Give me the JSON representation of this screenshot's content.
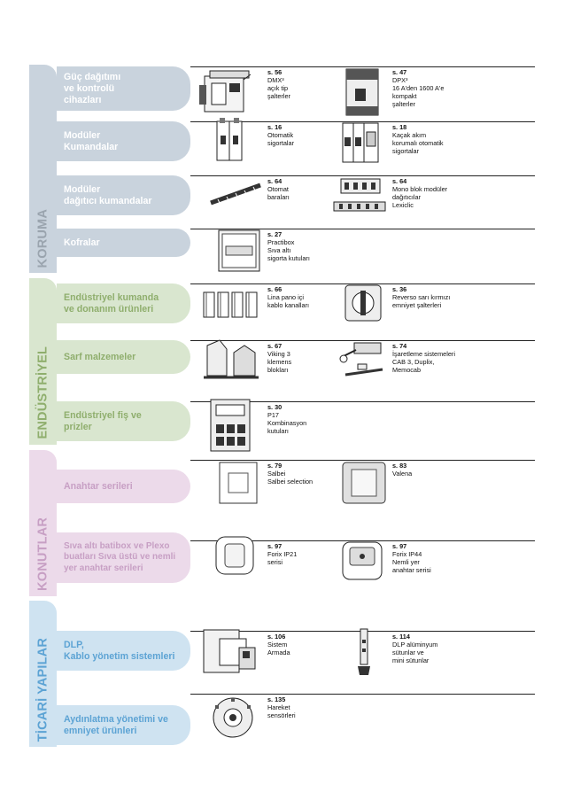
{
  "sections": {
    "koruma": "KORUMA",
    "endustriyel": "ENDÜSTRİYEL",
    "konutlar": "KONUTLAR",
    "ticari": "TİCARİ YAPILAR"
  },
  "rows": [
    {
      "label_lines": [
        "Güç dağıtımı",
        "ve kontrolü",
        "cihazları"
      ],
      "refs": [
        {
          "page": "s. 56",
          "lines": [
            "DMX³",
            "açık tip",
            "şalterler"
          ]
        },
        {
          "page": "s. 47",
          "lines": [
            "DPX³",
            "16 A'den 1600 A'e",
            "kompakt",
            "şalterler"
          ]
        }
      ]
    },
    {
      "label_lines": [
        "Modüler",
        "Kumandalar"
      ],
      "refs": [
        {
          "page": "s. 16",
          "lines": [
            "Otomatik",
            "sigortalar"
          ]
        },
        {
          "page": "s. 18",
          "lines": [
            "Kaçak akım",
            "korumalı otomatik",
            "sigortalar"
          ]
        }
      ]
    },
    {
      "label_lines": [
        "Modüler",
        "dağıtıcı kumandalar"
      ],
      "refs": [
        {
          "page": "s. 64",
          "lines": [
            "Otomat",
            "baraları"
          ]
        },
        {
          "page": "s. 64",
          "lines": [
            "Mono blok modüler",
            "dağıtıcılar",
            "Lexiclic"
          ]
        }
      ]
    },
    {
      "label_lines": [
        "Kofralar"
      ],
      "refs": [
        {
          "page": "s. 27",
          "lines": [
            "Practibox",
            "Sıva altı",
            "sigorta kutuları"
          ]
        }
      ]
    },
    {
      "label_lines": [
        "Endüstriyel kumanda",
        "ve donanım ürünleri"
      ],
      "refs": [
        {
          "page": "s. 66",
          "lines": [
            "Lina pano içi",
            "kablo kanalları"
          ]
        },
        {
          "page": "s. 36",
          "lines": [
            "Reverso sarı kırmızı",
            "emniyet şalterleri"
          ]
        }
      ]
    },
    {
      "label_lines": [
        "Sarf malzemeler"
      ],
      "refs": [
        {
          "page": "s. 67",
          "lines": [
            "Viking 3",
            "klemens",
            "blokları"
          ]
        },
        {
          "page": "s. 74",
          "lines": [
            "İşaretleme sistemeleri",
            "CAB 3, Duplix,",
            "Memocab"
          ]
        }
      ]
    },
    {
      "label_lines": [
        "Endüstriyel fiş ve",
        "prizler"
      ],
      "refs": [
        {
          "page": "s. 30",
          "lines": [
            "P17",
            "Kombinasyon",
            "kutuları"
          ]
        }
      ]
    },
    {
      "label_lines": [
        "Anahtar serileri"
      ],
      "refs": [
        {
          "page": "s. 79",
          "lines": [
            "Salbei",
            "Salbei selection"
          ]
        },
        {
          "page": "s. 83",
          "lines": [
            "Valena"
          ]
        }
      ]
    },
    {
      "label_lines": [
        "Sıva altı batibox ve Plexo",
        "buatları Sıva üstü ve nemli",
        "yer anahtar serileri"
      ],
      "refs": [
        {
          "page": "s. 97",
          "lines": [
            "Forix IP21",
            "serisi"
          ]
        },
        {
          "page": "s. 97",
          "lines": [
            "Forix IP44",
            "Nemli yer",
            "anahtar serisi"
          ]
        }
      ]
    },
    {
      "label_lines": [
        "DLP,",
        "Kablo yönetim sistemleri"
      ],
      "refs": [
        {
          "page": "s. 106",
          "lines": [
            "Sistem",
            "Armada"
          ]
        },
        {
          "page": "s. 114",
          "lines": [
            "DLP alüminyum",
            "sütunlar ve",
            "mini sütunlar"
          ]
        }
      ]
    },
    {
      "label_lines": [
        "Aydınlatma yönetimi ve",
        "emniyet ürünleri"
      ],
      "refs": [
        {
          "page": "s. 135",
          "lines": [
            "Hareket",
            "sensörleri"
          ]
        }
      ]
    }
  ]
}
